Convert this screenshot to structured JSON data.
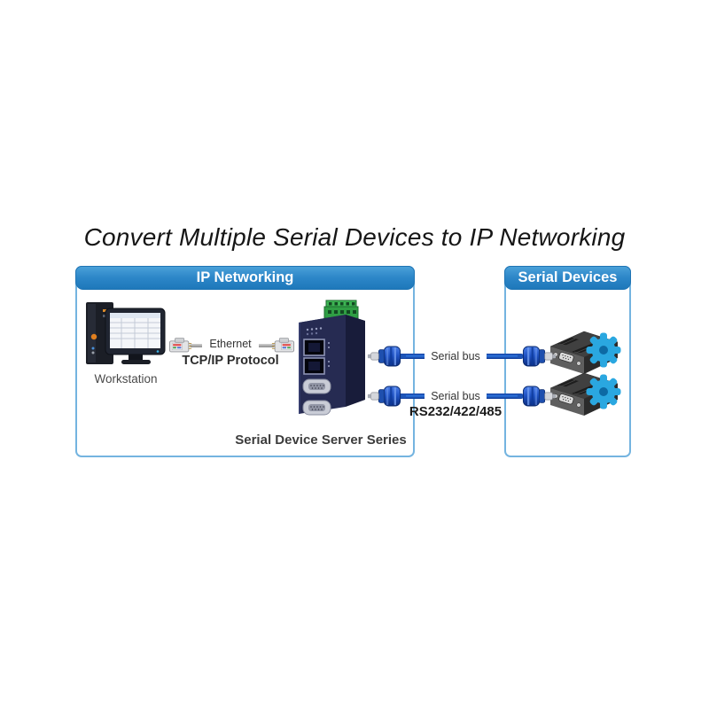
{
  "title": "Convert Multiple Serial Devices to IP Networking",
  "ip_box": {
    "header": "IP Networking",
    "workstation_label": "Workstation",
    "ethernet_label": "Ethernet",
    "protocol_label": "TCP/IP Protocol",
    "server_label": "Serial Device Server Series"
  },
  "serial_box": {
    "header": "Serial Devices"
  },
  "links": {
    "bus1_label": "Serial bus",
    "bus2_label": "Serial bus",
    "standard_label": "RS232/422/485"
  },
  "colors": {
    "banner_blue": "#2c86c8",
    "box_border": "#74b4e0",
    "cable_blue": "#1d55c0",
    "server_navy": "#262b52",
    "terminal_green": "#2f9e44",
    "gear_blue": "#2aa7e0",
    "device_gray": "#404040"
  }
}
